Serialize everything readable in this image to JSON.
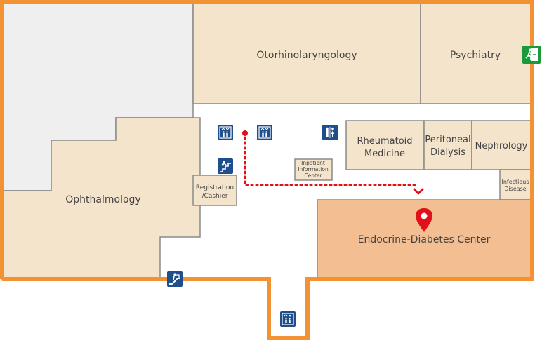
{
  "floor_map": {
    "rooms": {
      "otorhinolaryngology": "Otorhinolaryngology",
      "psychiatry": "Psychiatry",
      "ophthalmology": "Ophthalmology",
      "rheumatoid_line1": "Rheumatoid",
      "rheumatoid_line2": "Medicine",
      "peritoneal_line1": "Peritoneal",
      "peritoneal_line2": "Dialysis",
      "nephrology": "Nephrology",
      "infectious_line1": "Infectious",
      "infectious_line2": "Disease",
      "registration_line1": "Registration",
      "registration_line2": "/Cashier",
      "inpatient_line1": "Inpatient",
      "inpatient_line2": "Information",
      "inpatient_line3": "Center",
      "endocrine": "Endocrine-Diabetes Center"
    },
    "icons": {
      "elevator": "elevator-icon",
      "restroom": "restroom-icon",
      "emergency_stairs": "emergency-stairs-icon",
      "escalator": "escalator-icon",
      "emergency_exit": "emergency-exit-icon",
      "location_pin": "location-pin-icon"
    },
    "colors": {
      "wall_outline": "#f29233",
      "room_fill": "#f5e4cc",
      "highlight_room_fill": "#f2be92",
      "unused_area": "#efefef",
      "route": "#e0111b",
      "pin": "#e0111b",
      "sign_blue": "#1f4e8c",
      "exit_green": "#1a9a3a"
    }
  }
}
